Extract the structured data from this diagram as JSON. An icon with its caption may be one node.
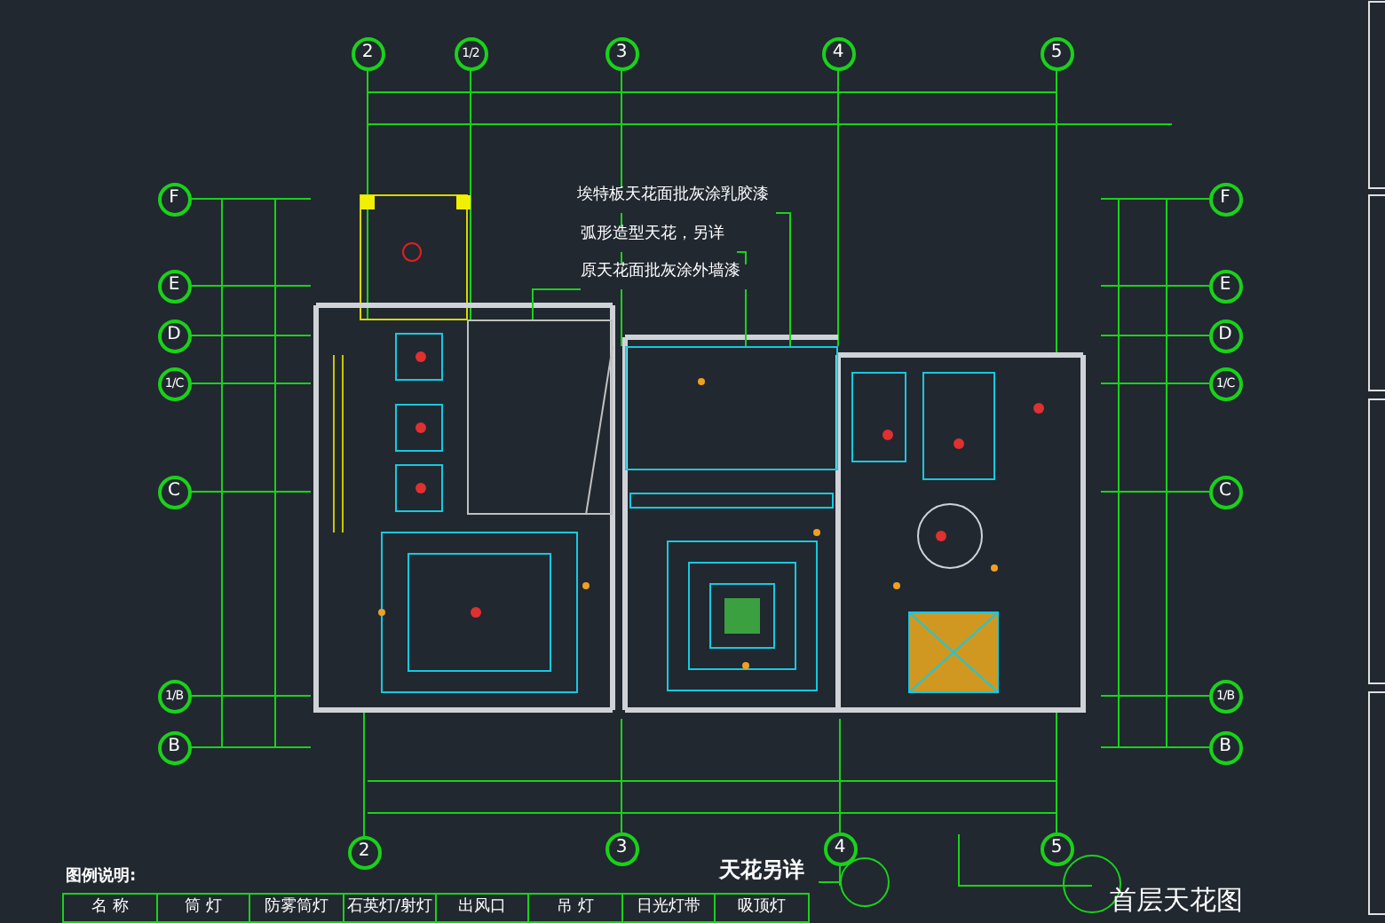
{
  "diagram": {
    "nodes": [
      {
        "text": [
          "埃特板天花面批灰涂乳胶漆"
        ]
      },
      {
        "text": [
          "弧形造型天花，另详"
        ]
      },
      {
        "text": [
          "原天花面批灰涂外墙漆"
        ]
      },
      {
        "text": [],
        "shape": "box"
      },
      {
        "text": [],
        "shape": "box"
      },
      {
        "text": [
          "天花另详"
        ]
      },
      {
        "text": [],
        "shape": "circle"
      }
    ],
    "edges": [
      {
        "from": 0,
        "to": 4,
        "arrow": "none"
      },
      {
        "from": 1,
        "to": 4,
        "arrow": "none"
      },
      {
        "from": 2,
        "to": 3,
        "arrow": "none"
      },
      {
        "from": 5,
        "to": 6,
        "arrow": "none"
      }
    ],
    "labels": [
      "2",
      "1/2",
      "3",
      "4",
      "5",
      "F",
      "E",
      "D",
      "1/C",
      "C",
      "1/B",
      "B",
      "F",
      "E",
      "D",
      "1/C",
      "C",
      "1/B",
      "B",
      "2",
      "3",
      "4",
      "5",
      "图例说明:",
      "名 称",
      "筒 灯",
      "防雾筒灯",
      "石英灯/射灯",
      "出风口",
      "吊 灯",
      "日光灯带",
      "吸顶灯",
      "首层天花图"
    ]
  }
}
